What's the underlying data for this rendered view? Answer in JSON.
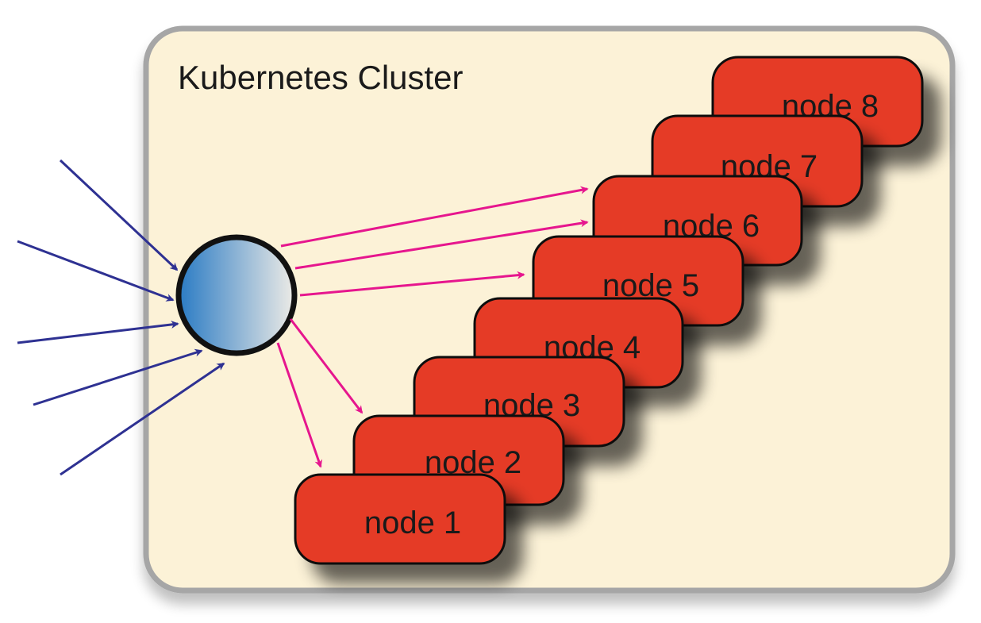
{
  "cluster": {
    "title": "Kubernetes Cluster"
  },
  "nodes": [
    {
      "label": "node 1"
    },
    {
      "label": "node 2"
    },
    {
      "label": "node 3"
    },
    {
      "label": "node 4"
    },
    {
      "label": "node 5"
    },
    {
      "label": "node 6"
    },
    {
      "label": "node 7"
    },
    {
      "label": "node 8"
    }
  ],
  "colors": {
    "cluster_fill": "#FCF2D7",
    "cluster_border": "#A6A6A6",
    "node_fill": "#E53A25",
    "node_border": "#111111",
    "incoming_arrow": "#2E3192",
    "outgoing_arrow": "#E6168E",
    "balancer_gradient_start": "#2A7BC4",
    "balancer_gradient_end": "#EDEBE6"
  }
}
